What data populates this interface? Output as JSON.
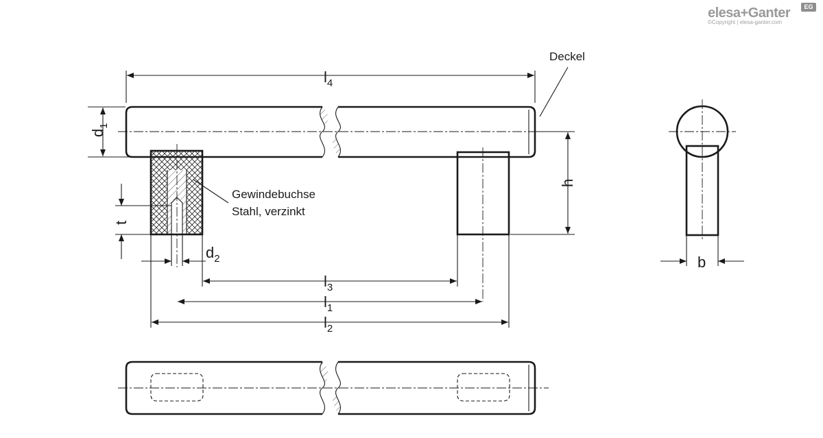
{
  "logo": {
    "brand": "elesa+Ganter",
    "copyright": "©Copyright | elesa-ganter.com",
    "badge": "EG"
  },
  "labels": {
    "deckel": "Deckel",
    "bushing_line1": "Gewindebuchse",
    "bushing_line2": "Stahl, verzinkt",
    "l4": "l",
    "l4_sub": "4",
    "l3": "l",
    "l3_sub": "3",
    "l1": "l",
    "l1_sub": "1",
    "l2": "l",
    "l2_sub": "2",
    "d1": "d",
    "d1_sub": "1",
    "d2": "d",
    "d2_sub": "2",
    "t": "t",
    "h": "h",
    "b": "b"
  }
}
